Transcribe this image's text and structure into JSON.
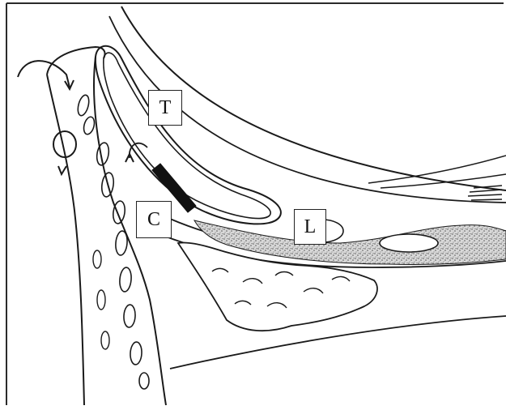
{
  "labels": {
    "t": "T",
    "c": "C",
    "l": "L"
  },
  "colors": {
    "line": "#1a1a1a",
    "stipple": "#8a8a8a",
    "tube": "#111111",
    "frame": "#2a2a2a"
  }
}
